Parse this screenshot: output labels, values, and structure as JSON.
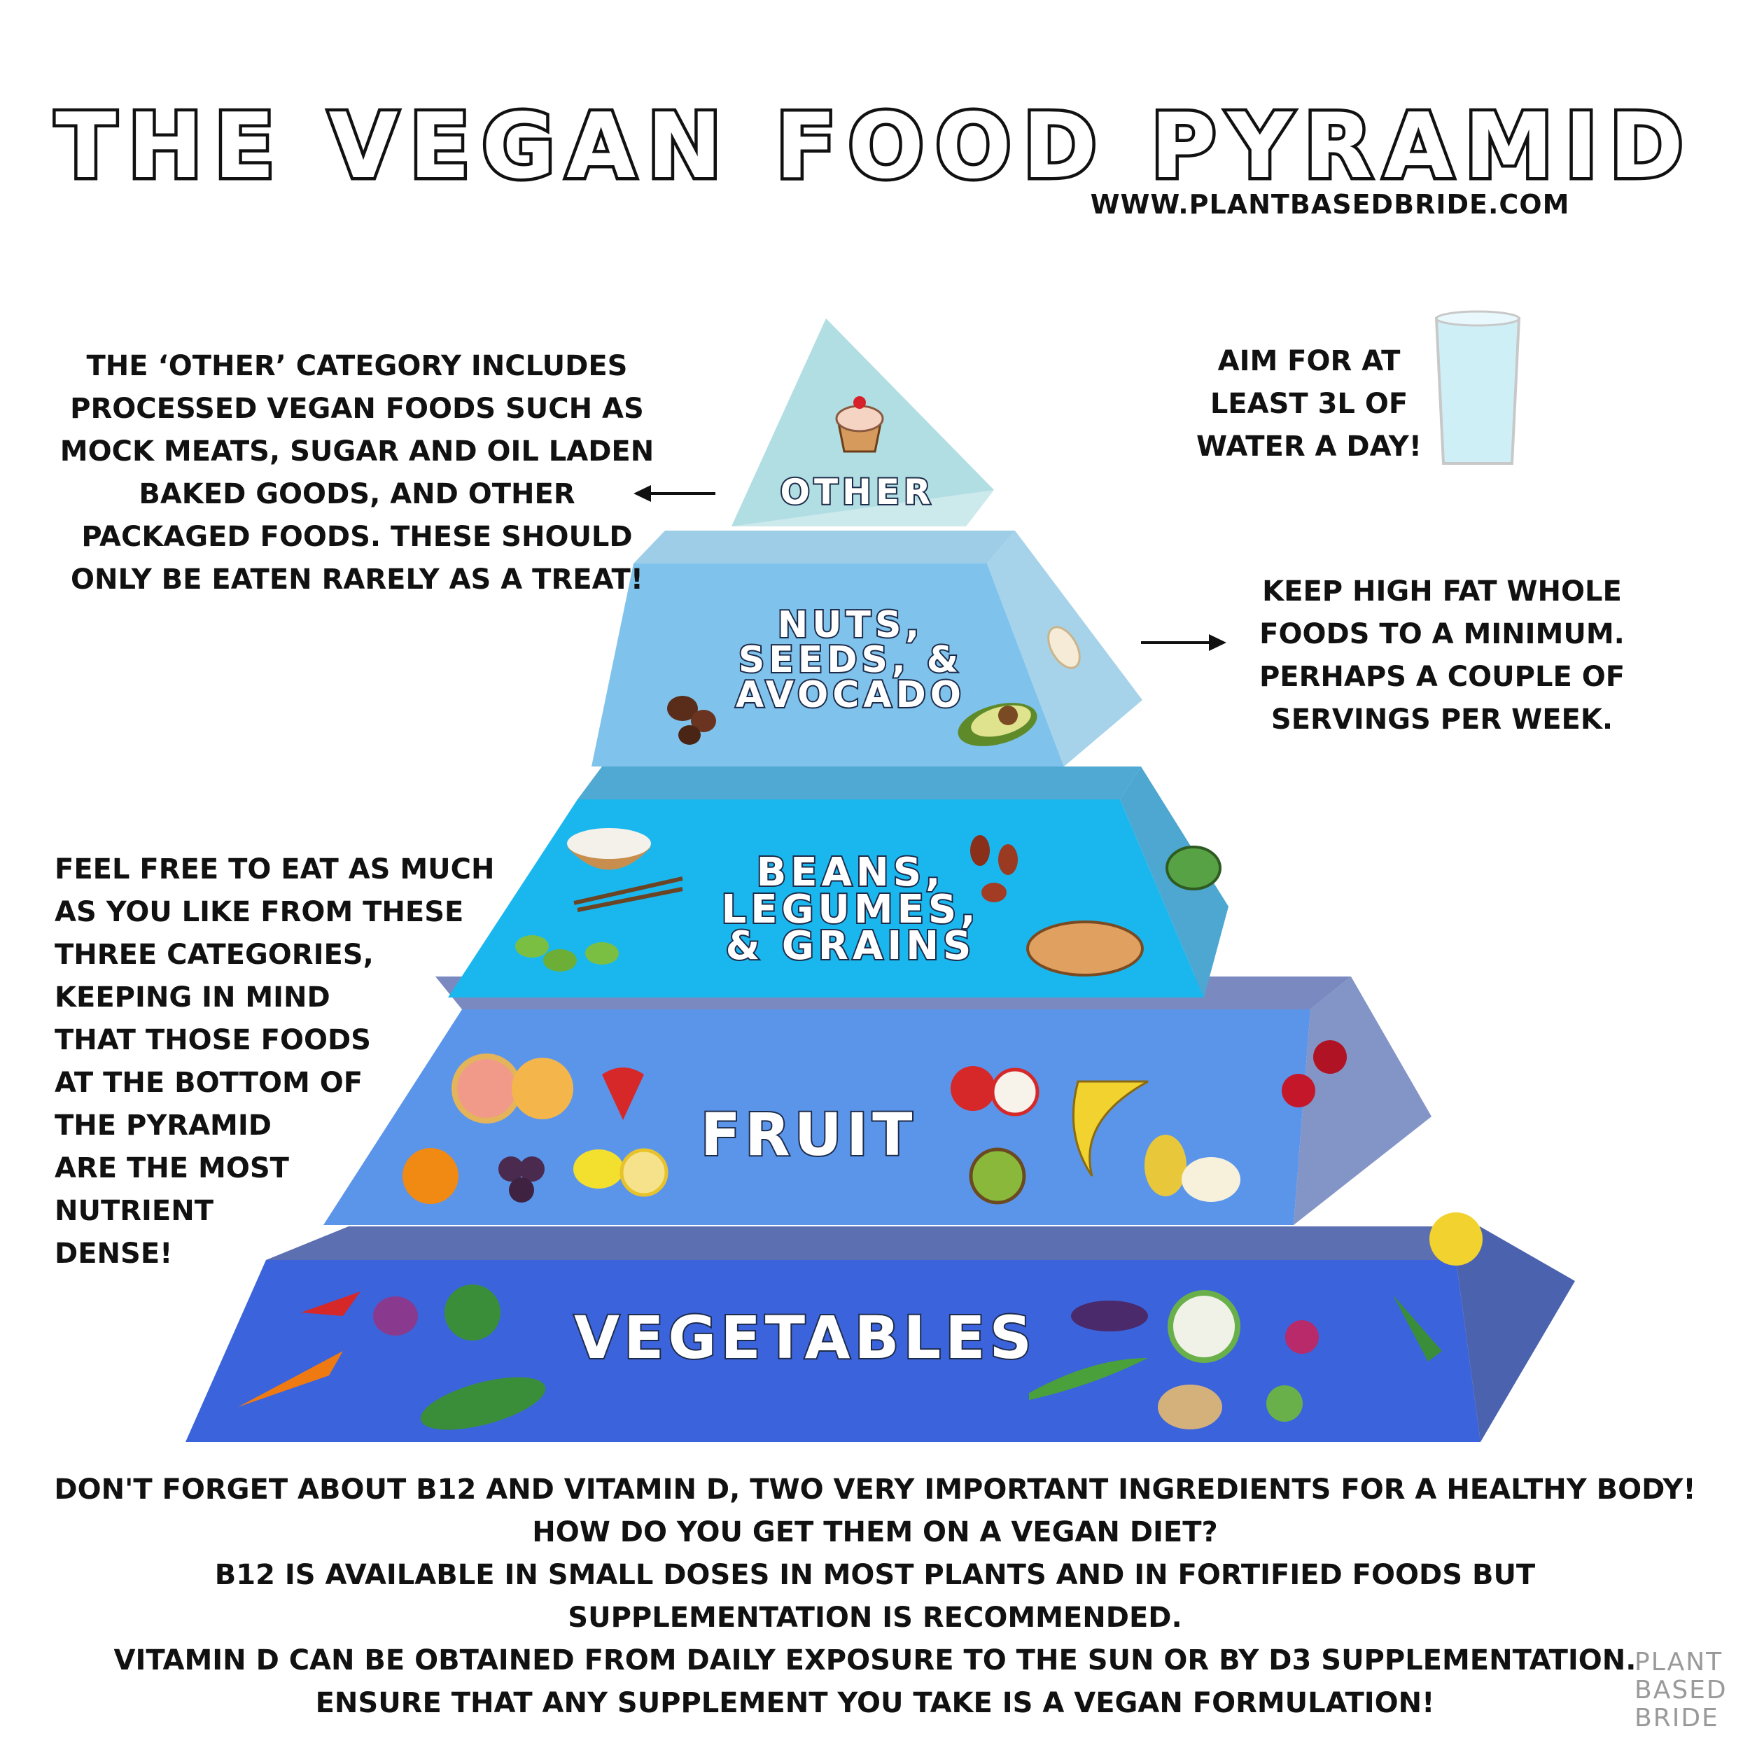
{
  "title": "THE VEGAN FOOD PYRAMID",
  "website": "WWW.PLANTBASEDBRIDE.COM",
  "tiers": {
    "other": "OTHER",
    "nuts": {
      "line1": "NUTS,",
      "line2": "SEEDS, &",
      "line3": "AVOCADO"
    },
    "beans": {
      "line1": "BEANS,",
      "line2": "LEGUMES,",
      "line3": "& GRAINS"
    },
    "fruit": "FRUIT",
    "vegetables": "VEGETABLES"
  },
  "notes": {
    "other_lines": [
      "THE ‘OTHER’ CATEGORY INCLUDES",
      "PROCESSED VEGAN FOODS SUCH AS",
      "MOCK MEATS, SUGAR AND OIL LADEN",
      "BAKED GOODS, AND OTHER",
      "PACKAGED FOODS.  THESE SHOULD",
      "ONLY BE EATEN RARELY AS A TREAT!"
    ],
    "water_lines": [
      "AIM FOR AT",
      "LEAST 3L OF",
      "WATER A DAY!"
    ],
    "fat_lines": [
      "KEEP HIGH FAT WHOLE",
      "FOODS TO A MINIMUM.",
      "PERHAPS A COUPLE OF",
      "SERVINGS PER WEEK."
    ],
    "freedom_lines": [
      "FEEL FREE TO EAT AS MUCH",
      "AS YOU LIKE FROM THESE",
      "THREE CATEGORIES,",
      "KEEPING IN MIND",
      "THAT THOSE FOODS",
      "AT THE BOTTOM OF",
      "THE PYRAMID",
      "ARE THE MOST",
      "NUTRIENT",
      "DENSE!"
    ],
    "vitamin_lines": [
      "DON'T FORGET ABOUT B12 AND VITAMIN D, TWO VERY IMPORTANT INGREDIENTS FOR A HEALTHY BODY!",
      "HOW DO YOU GET THEM ON A VEGAN DIET?",
      "B12 IS AVAILABLE IN SMALL DOSES IN MOST PLANTS AND IN FORTIFIED FOODS BUT",
      "SUPPLEMENTATION IS RECOMMENDED.",
      "VITAMIN D CAN BE OBTAINED FROM DAILY EXPOSURE TO THE SUN OR BY D3 SUPPLEMENTATION.",
      "ENSURE THAT ANY SUPPLEMENT YOU TAKE IS A VEGAN FORMULATION!"
    ]
  },
  "brand": {
    "line1": "PLANT",
    "line2": "BASED",
    "line3": "BRIDE"
  },
  "colors": {
    "other": "#a6d9df",
    "nuts": "#7fc3ec",
    "beans": "#1ab7ee",
    "fruit": "#5b95ea",
    "vegetables": "#3b63db"
  }
}
